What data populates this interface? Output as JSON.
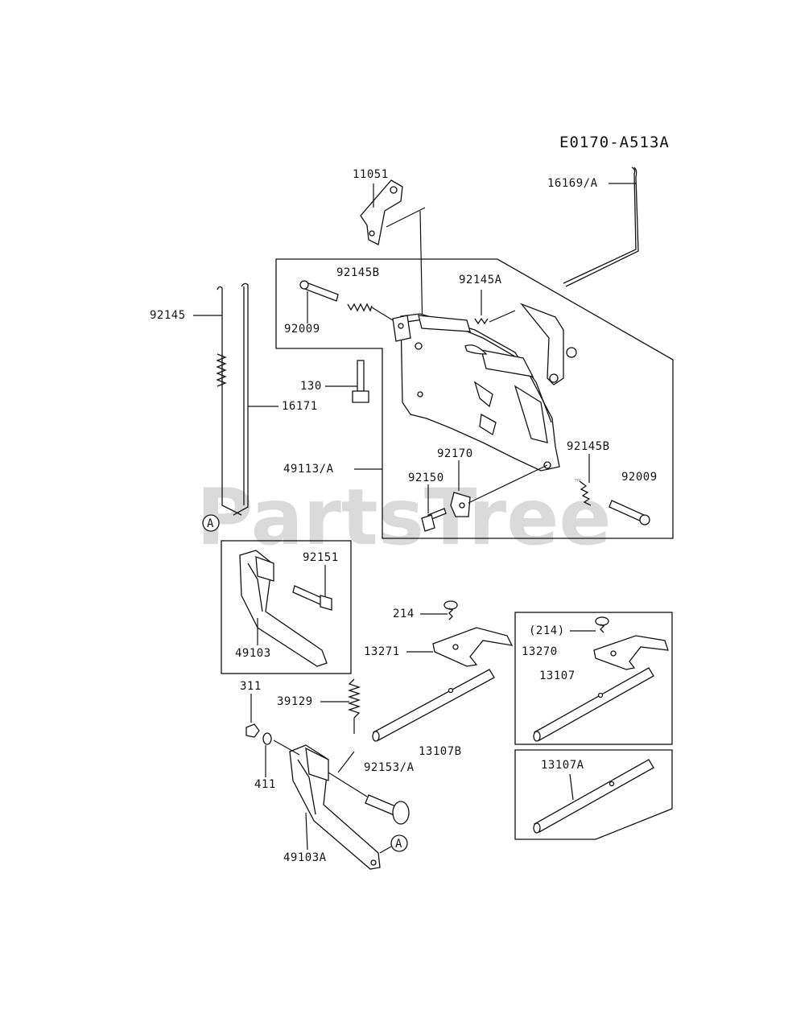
{
  "diagram_code": "E0170-A513A",
  "watermark": "PartsTree",
  "watermark_tm": "™",
  "callouts": {
    "c11051": "11051",
    "c16169A": "16169/A",
    "c92145B_top": "92145B",
    "c92145A": "92145A",
    "c92009_top": "92009",
    "c92145": "92145",
    "c130": "130",
    "c16171": "16171",
    "c49113A": "49113/A",
    "c92170": "92170",
    "c92145B_bottom": "92145B",
    "c92150": "92150",
    "c92009_bottom": "92009",
    "c92151": "92151",
    "c49103": "49103",
    "c214": "214",
    "c13271": "13271",
    "c214_paren": "(214)",
    "c13270": "13270",
    "c13107": "13107",
    "c311": "311",
    "c39129": "39129",
    "c13107B": "13107B",
    "c92153A": "92153/A",
    "c411": "411",
    "c13107A": "13107A",
    "c49103A": "49103A",
    "ref_A1": "A",
    "ref_A2": "A"
  }
}
